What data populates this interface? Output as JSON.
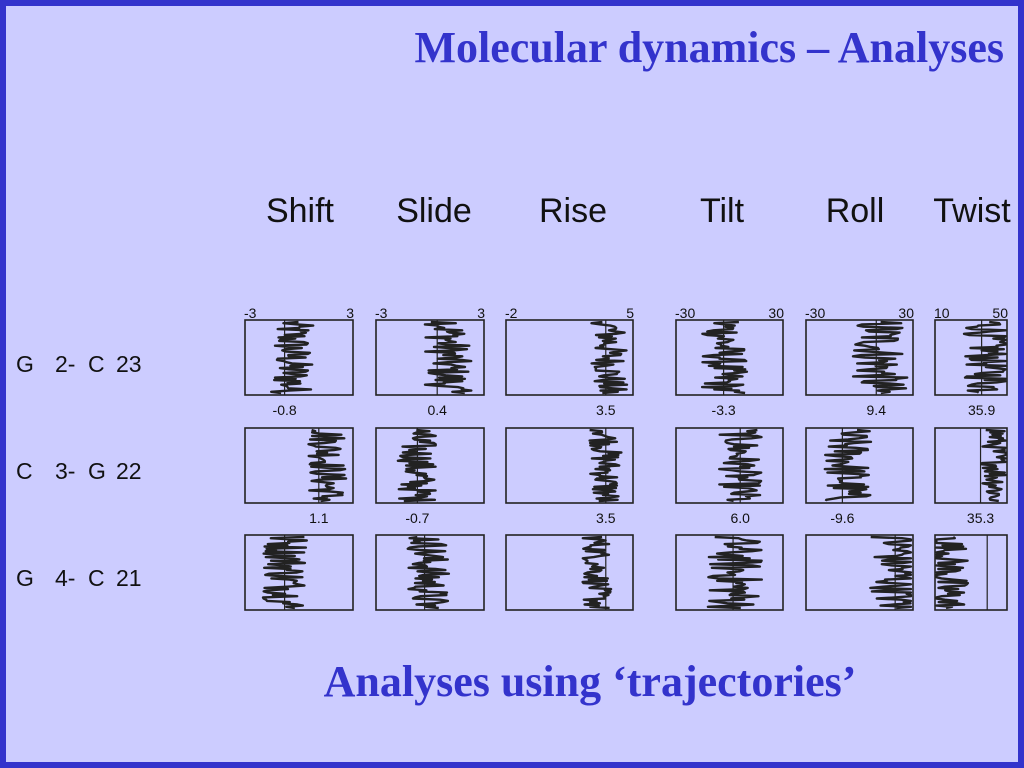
{
  "title": "Molecular dynamics – Analyses",
  "subtitle": "Analyses using ‘trajectories’",
  "colors": {
    "title": "#3333cc",
    "background": "#ccccff",
    "border": "#3333cc",
    "plot": "#222222"
  },
  "chart_data": {
    "type": "line",
    "columns": [
      {
        "name": "Shift",
        "range": [
          "-3",
          "3"
        ],
        "xlim": [
          -3,
          3
        ]
      },
      {
        "name": "Slide",
        "range": [
          "-3",
          "3"
        ],
        "xlim": [
          -3,
          3
        ]
      },
      {
        "name": "Rise",
        "range": [
          "-2",
          "5"
        ],
        "xlim": [
          -2,
          5
        ]
      },
      {
        "name": "Tilt",
        "range": [
          "-30",
          "30"
        ],
        "xlim": [
          -30,
          30
        ]
      },
      {
        "name": "Roll",
        "range": [
          "-30",
          "30"
        ],
        "xlim": [
          -30,
          30
        ]
      },
      {
        "name": "Twist",
        "range": [
          "10",
          "50"
        ],
        "xlim": [
          10,
          50
        ]
      }
    ],
    "rows": [
      {
        "label": [
          "G",
          "2-",
          "C",
          "23"
        ],
        "means": [
          "-0.8",
          "0.4",
          "3.5",
          "-3.3",
          "9.4",
          "35.9"
        ]
      },
      {
        "label": [
          "C",
          "3-",
          "G",
          "22"
        ],
        "means": [
          "1.1",
          "-0.7",
          "3.5",
          "6.0",
          "-9.6",
          "35.3"
        ]
      },
      {
        "label": [
          "G",
          "4-",
          "C",
          "21"
        ],
        "means": []
      }
    ],
    "reference_lines": [
      [
        -0.8,
        0.4,
        3.5,
        -3.3,
        9.4,
        35.9
      ],
      [
        1.1,
        -0.7,
        3.5,
        6.0,
        -9.6,
        35.3
      ],
      [
        -0.8,
        -0.3,
        3.5,
        2.0,
        20.0,
        39.0
      ]
    ],
    "trajectory_centers": [
      [
        -0.4,
        1.0,
        3.7,
        -3.0,
        11.0,
        40.0
      ],
      [
        1.6,
        -0.7,
        3.5,
        6.0,
        -7.0,
        44.0
      ],
      [
        -0.7,
        -0.1,
        3.0,
        3.0,
        22.0,
        17.0
      ]
    ],
    "trajectory_spreads": [
      [
        1.2,
        1.3,
        1.0,
        13.0,
        16.0,
        14.0
      ],
      [
        1.1,
        1.1,
        0.9,
        12.0,
        14.0,
        8.0
      ],
      [
        1.3,
        1.2,
        0.8,
        16.0,
        16.0,
        12.0
      ]
    ]
  }
}
